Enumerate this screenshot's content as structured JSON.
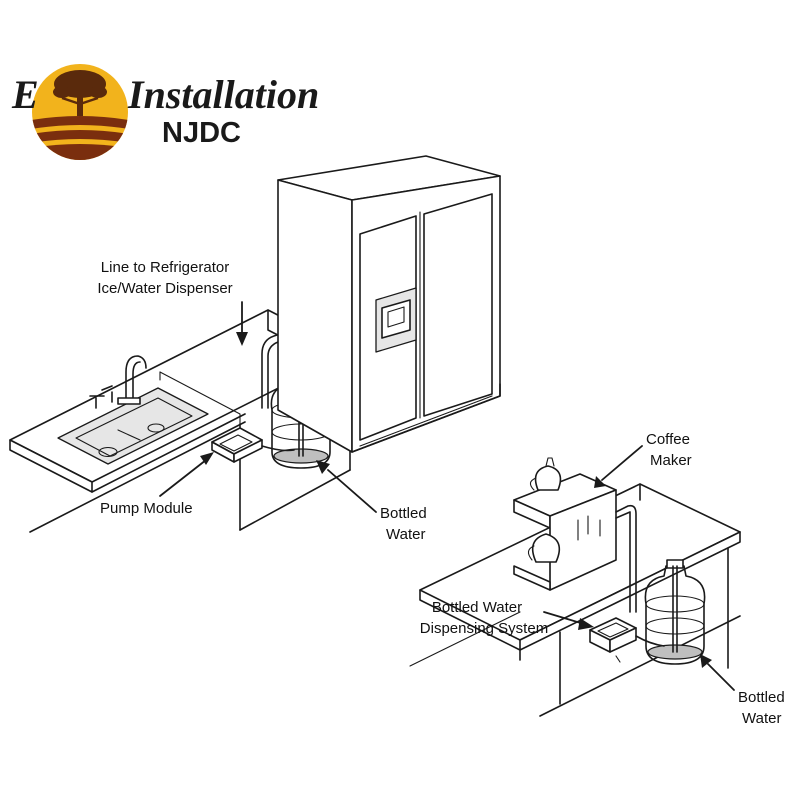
{
  "logo": {
    "title_start": "E",
    "title_rest": "Installation",
    "subtitle": "NJDC",
    "colors": {
      "sun": "#f2b31c",
      "stripes": "#7a2e0e",
      "tree": "#5a2a0c"
    }
  },
  "labels": {
    "line_to_fridge_1": "Line to Refrigerator",
    "line_to_fridge_2": "Ice/Water Dispenser",
    "pump_module": "Pump Module",
    "bottled_water_1_a": "Bottled",
    "bottled_water_1_b": "Water",
    "coffee_maker_a": "Coffee",
    "coffee_maker_b": "Maker",
    "dispensing_system_a": "Bottled Water",
    "dispensing_system_b": "Dispensing System",
    "bottled_water_2_a": "Bottled",
    "bottled_water_2_b": "Water"
  }
}
